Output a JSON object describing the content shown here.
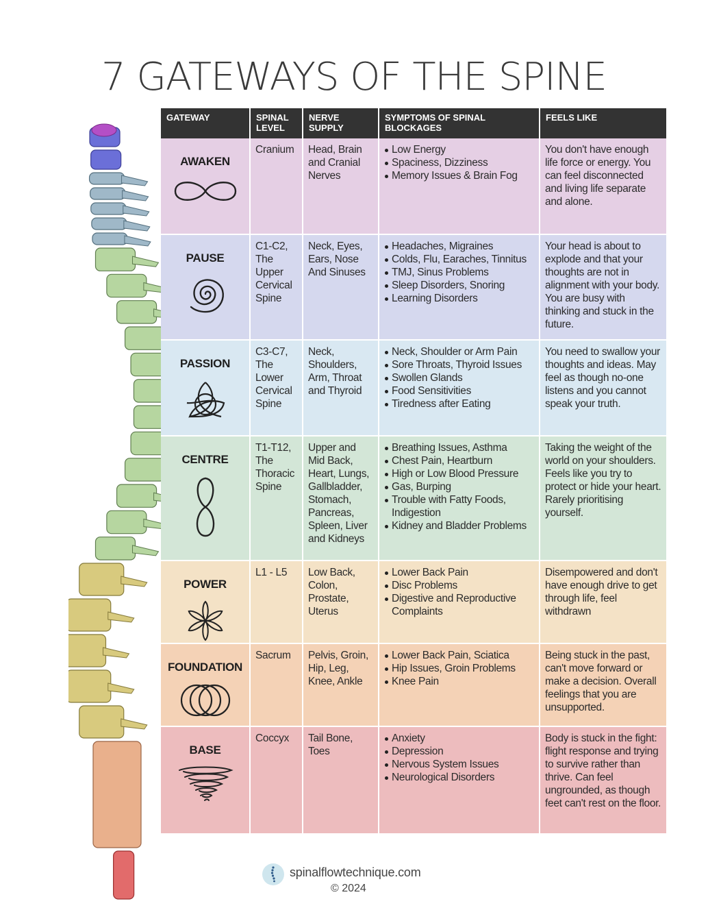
{
  "title": "7 GATEWAYS OF THE SPINE",
  "headers": [
    "GATEWAY",
    "SPINAL LEVEL",
    "NERVE SUPPLY",
    "SYMPTOMS OF SPINAL BLOCKAGES",
    "FEELS LIKE"
  ],
  "rows": [
    {
      "gateway": "AWAKEN",
      "icon": "infinity-icon",
      "color": "#e5cfe4",
      "level": "Cranium",
      "nerve": "Head, Brain and Cranial Nerves",
      "symptoms": [
        "Low Energy",
        "Spaciness, Dizziness",
        "Memory Issues & Brain Fog"
      ],
      "feels": "You don't have enough life force or energy. You can feel disconnected and living life separate and alone."
    },
    {
      "gateway": "PAUSE",
      "icon": "spiral-icon",
      "color": "#d5d8ee",
      "level": "C1-C2, The Upper Cervical Spine",
      "nerve": "Neck, Eyes, Ears, Nose And Sinuses",
      "symptoms": [
        "Headaches, Migraines",
        "Colds, Flu, Earaches, Tinnitus",
        "TMJ, Sinus Problems",
        "Sleep Disorders, Snoring",
        "Learning Disorders"
      ],
      "feels": "Your head is about to explode and that your thoughts are not in alignment with your body. You are busy with thinking and stuck in the future."
    },
    {
      "gateway": "PASSION",
      "icon": "triquetra-icon",
      "color": "#d9e8f2",
      "level": "C3-C7, The Lower Cervical Spine",
      "nerve": "Neck, Shoulders, Arm, Throat and Thyroid",
      "symptoms": [
        "Neck, Shoulder or Arm Pain",
        "Sore Throats, Thyroid Issues",
        "Swollen Glands",
        "Food Sensitivities",
        "Tiredness after Eating"
      ],
      "feels": "You need to swallow your thoughts and ideas. May feel as though no-one listens and you cannot speak your truth."
    },
    {
      "gateway": "CENTRE",
      "icon": "figure-eight-icon",
      "color": "#d3e6d7",
      "level": "T1-T12, The Thoracic Spine",
      "nerve": "Upper and Mid Back, Heart, Lungs, Gallbladder, Stomach, Pancreas, Spleen, Liver and Kidneys",
      "symptoms": [
        "Breathing Issues, Asthma",
        "Chest Pain, Heartburn",
        "High or Low Blood Pressure",
        "Gas, Burping",
        "Trouble with Fatty Foods, Indigestion",
        "Kidney and Bladder Problems"
      ],
      "feels": "Taking the weight of the world on your shoulders. Feels like you try to protect or hide your heart. Rarely prioritising yourself."
    },
    {
      "gateway": "POWER",
      "icon": "flower-icon",
      "color": "#f4e2c6",
      "level": "L1 - L5",
      "nerve": "Low Back, Colon, Prostate, Uterus",
      "symptoms": [
        "Lower Back Pain",
        "Disc Problems",
        "Digestive and Reproductive Complaints"
      ],
      "feels": "Disempowered and don't have enough drive to get through life, feel withdrawn"
    },
    {
      "gateway": "FOUNDATION",
      "icon": "rings-icon",
      "color": "#f4d2b6",
      "level": "Sacrum",
      "nerve": "Pelvis, Groin, Hip, Leg, Knee, Ankle",
      "symptoms": [
        "Lower Back Pain, Sciatica",
        "Hip Issues, Groin Problems",
        "Knee Pain"
      ],
      "feels": "Being stuck in the past, can't move forward or make a decision. Overall feelings that you are unsupported."
    },
    {
      "gateway": "BASE",
      "icon": "vortex-icon",
      "color": "#edbcbe",
      "level": "Coccyx",
      "nerve": "Tail Bone, Toes",
      "symptoms": [
        "Anxiety",
        "Depression",
        "Nervous System Issues",
        "Neurological Disorders"
      ],
      "feels": "Body is stuck in the fight: flight response and trying to survive rather than thrive. Can feel ungrounded, as though feet can't rest on the floor."
    }
  ],
  "footer": {
    "url": "spinalflowtechnique.com",
    "copyright": "© 2024"
  }
}
